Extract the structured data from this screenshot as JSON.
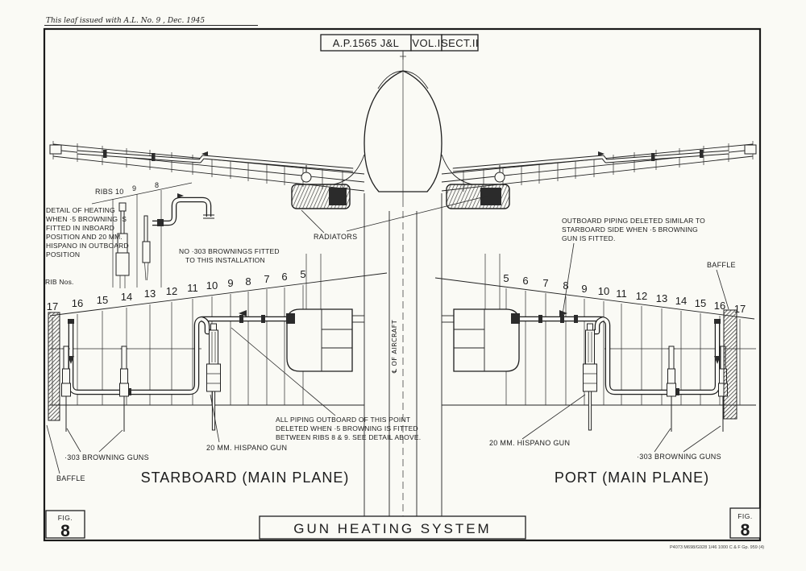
{
  "colors": {
    "paper": "#fafaf5",
    "ink": "#1e1e1e"
  },
  "page": {
    "issue_note": "This leaf issued with A.L. No. 9 , Dec. 1945",
    "print_code": "P4073  M698/G928  1/46  1000  C & F Gp. 959 (4)"
  },
  "header": {
    "ap_ref": "A.P.1565 J&L",
    "volume": "VOL.I",
    "section": "SECT.II"
  },
  "front_view": {
    "radiators_label": "RADIATORS"
  },
  "detail_inset": {
    "lines": [
      "DETAIL OF HEATING",
      "WHEN ·5 BROWNING IS",
      "FITTED IN INBOARD",
      "POSITION AND 20 MM.",
      "HISPANO IN OUTBOARD",
      "POSITION"
    ],
    "ribs_caption": "RIBS 10",
    "rib_9": "9",
    "rib_8": "8"
  },
  "notes": {
    "no_browning": [
      "NO ·303 BROWNINGS FITTED",
      "TO THIS INSTALLATION"
    ],
    "outboard": [
      "OUTBOARD PIPING DELETED SIMILAR TO",
      "STARBOARD SIDE WHEN ·5 BROWNING",
      "GUN IS FITTED."
    ],
    "piping_deleted": [
      "ALL PIPING OUTBOARD OF THIS POINT",
      "DELETED WHEN ·5 BROWNING IS FITTED",
      "BETWEEN RIBS 8 & 9. SEE DETAIL ABOVE."
    ]
  },
  "plan": {
    "rib_nos": "RIB Nos.",
    "centerline": "℄ OF AIRCRAFT",
    "stbd_ribs": [
      "17",
      "16",
      "15",
      "14",
      "13",
      "12",
      "11",
      "10",
      "9",
      "8",
      "7",
      "6",
      "5"
    ],
    "port_ribs": [
      "5",
      "6",
      "7",
      "8",
      "9",
      "10",
      "11",
      "12",
      "13",
      "14",
      "15",
      "16",
      "17"
    ],
    "baffle_upper": "BAFFLE",
    "baffle_lower": "BAFFLE",
    "hispano": "20 MM. HISPANO GUN",
    "browning": "·303 BROWNING GUNS",
    "stbd_title": "STARBOARD (MAIN PLANE)",
    "port_title": "PORT (MAIN PLANE)"
  },
  "footer": {
    "fig": "FIG.",
    "num": "8",
    "title": "GUN HEATING SYSTEM"
  }
}
